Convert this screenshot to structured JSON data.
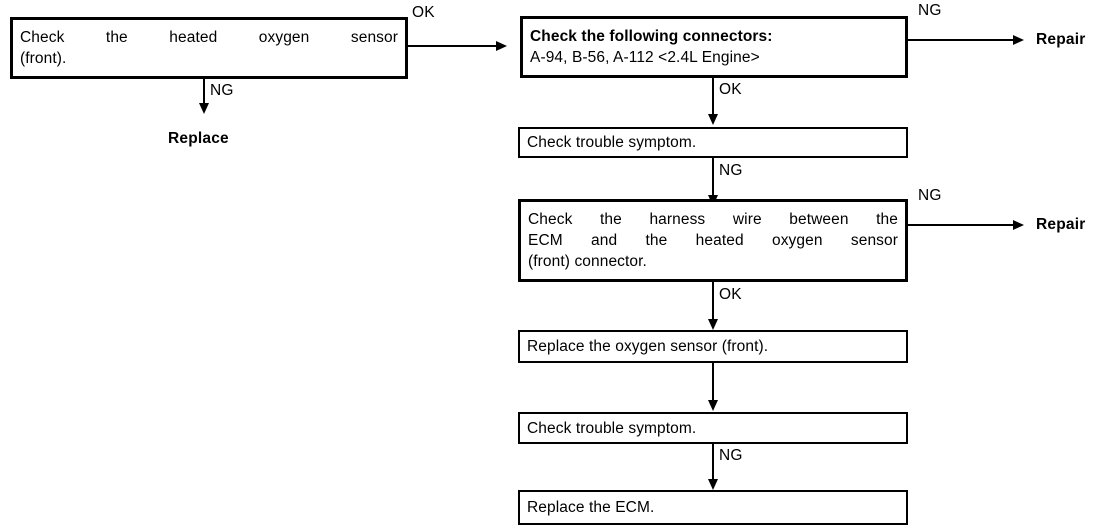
{
  "diagram": {
    "title": "Heated Oxygen Sensor (Front) Diagnostic Flowchart",
    "ink_color": "#000000",
    "background_color": "#ffffff",
    "nodes": [
      {
        "id": "check-heated-oxygen-sensor",
        "text_line_1": "Check  the  heated  oxygen  sensor",
        "text_line_2": "(front).",
        "emphasis": "thick-border"
      },
      {
        "id": "check-following-connectors",
        "heading": "Check the following connectors:",
        "detail": "A-94, B-56, A-112 <2.4L Engine>",
        "emphasis": "bold-heading"
      },
      {
        "id": "check-trouble-symptom-1",
        "text": "Check trouble symptom."
      },
      {
        "id": "check-harness-wire",
        "text_line_1": "Check  the  harness  wire  between  the",
        "text_line_2": "ECM  and  the  heated  oxygen  sensor",
        "text_line_3": "(front) connector."
      },
      {
        "id": "replace-oxygen-sensor",
        "text": "Replace the oxygen sensor (front)."
      },
      {
        "id": "check-trouble-symptom-2",
        "text": "Check trouble symptom."
      },
      {
        "id": "replace-ecm",
        "text": "Replace the ECM."
      }
    ],
    "terminals": [
      {
        "id": "replace-terminal",
        "label": "Replace"
      },
      {
        "id": "repair-terminal-1",
        "label": "Repair"
      },
      {
        "id": "repair-terminal-2",
        "label": "Repair"
      }
    ],
    "edge_labels": {
      "ok_sensor_to_connectors": "OK",
      "ng_sensor_to_replace": "NG",
      "ng_connectors_to_repair": "NG",
      "ok_connectors_to_symptom": "OK",
      "ng_symptom_to_harness": "NG",
      "ng_harness_to_repair": "NG",
      "ok_harness_to_replace_sensor": "OK",
      "ng_symptom2_to_replace_ecm": "NG"
    }
  }
}
